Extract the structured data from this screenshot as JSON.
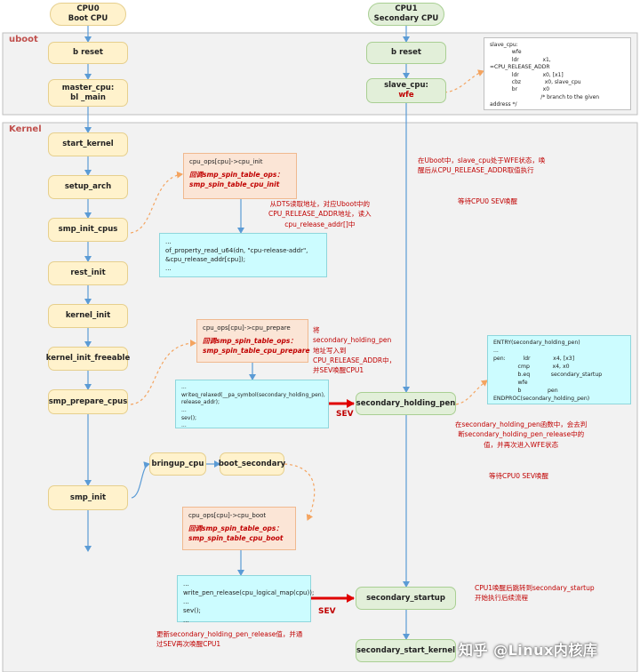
{
  "regions": {
    "uboot": "uboot",
    "kernel": "Kernel"
  },
  "heads": {
    "cpu0": "CPU0\nBoot CPU",
    "cpu1": "CPU1\nSecondary CPU"
  },
  "cpu0_nodes": {
    "b_reset": "b reset",
    "master_cpu": "master_cpu:\nbl _main",
    "start_kernel": "start_kernel",
    "setup_arch": "setup_arch",
    "smp_init_cpus": "smp_init_cpus",
    "rest_init": "rest_init",
    "kernel_init": "kernel_init",
    "kernel_init_freeable": "kernel_init_freeable",
    "smp_prepare_cpus": "smp_prepare_cpus",
    "smp_init": "smp_init",
    "bringup_cpu": "bringup_cpu",
    "boot_secondary": "boot_secondary"
  },
  "cpu1_nodes": {
    "b_reset": "b reset",
    "slave_cpu": "slave_cpu:",
    "slave_cpu_wfe": "wfe",
    "secondary_holding_pen": "secondary_holding_pen",
    "secondary_startup": "secondary_startup",
    "secondary_start_kernel": "secondary_start_kernel"
  },
  "boxes": {
    "cpu_init_title": "cpu_ops[cpu]->cpu_init",
    "cpu_init_cb1": "回调smp_spin_table_ops：",
    "cpu_init_cb2": "smp_spin_table_cpu_init",
    "read_code": "...\nof_property_read_u64(dn, \"cpu-release-addr\",\n&cpu_release_addr[cpu]);\n...",
    "prepare_title": "cpu_ops[cpu]->cpu_prepare",
    "prepare_cb1": "回调smp_spin_table_ops：",
    "prepare_cb2": "smp_spin_table_cpu_prepare",
    "writeq_code": "...\nwriteq_relaxed(__pa_symbol(secondary_holding_pen),\nrelease_addr);\n...\nsev();\n...",
    "boot_title": "cpu_ops[cpu]->cpu_boot",
    "boot_cb1": "回调smp_spin_table_ops：",
    "boot_cb2": "smp_spin_table_cpu_boot",
    "write_pen_code": "...\nwrite_pen_release(cpu_logical_map(cpu));\n...\nsev();\n...",
    "slave_code": "slave_cpu:\n             wfe\n             ldr              x1,\n=CPU_RELEASE_ADDR\n             ldr              x0, [x1]\n             cbz              x0, slave_cpu\n             br               x0\n                              /* branch to the given\naddress */",
    "holding_code": "ENTRY(secondary_holding_pen)\n...\npen:          ldr             x4, [x3]\n              cmp             x4, x0\n              b.eq            secondary_startup\n              wfe\n              b               pen\nENDPROC(secondary_holding_pen)"
  },
  "annotations": {
    "dts": "从DTS读取地址，对应Uboot中的\nCPU_RELEASE_ADDR地址，读入\ncpu_release_addr[]中",
    "pen_write": "将\nsecondary_holding_pen\n地址写入到\nCPU_RELEASE_ADDR中，\n并SEV唤醒CPU1",
    "uboot_wfe": "在Uboot中，slave_cpu处于WFE状态，唤\n醒后从CPU_RELEASE_ADDR取值执行",
    "wait1": "等待CPU0 SEV唤醒",
    "pen_check": "在secondary_holding_pen函数中，会去判\n断secondary_holding_pen_release中的\n值，并再次进入WFE状态",
    "wait2": "等待CPU0 SEV唤醒",
    "jump": "CPU1唤醒后跳转到secondary_startup\n开始执行后续流程",
    "update": "更新secondary_holding_pen_release值，并通\n过SEV再次唤醒CPU1",
    "sev1": "SEV",
    "sev2": "SEV"
  },
  "watermark": "知乎 @Linux内核库",
  "colors": {
    "yellow_node": "#fff2cc",
    "green_node": "#e2efd9",
    "orange_box": "#fbe5d6",
    "cyan_box": "#ccfcff",
    "arrow_blue": "#5b9bd5",
    "dash_orange": "#f4a460",
    "sev_red": "#e00000",
    "label_red": "#c00000"
  }
}
